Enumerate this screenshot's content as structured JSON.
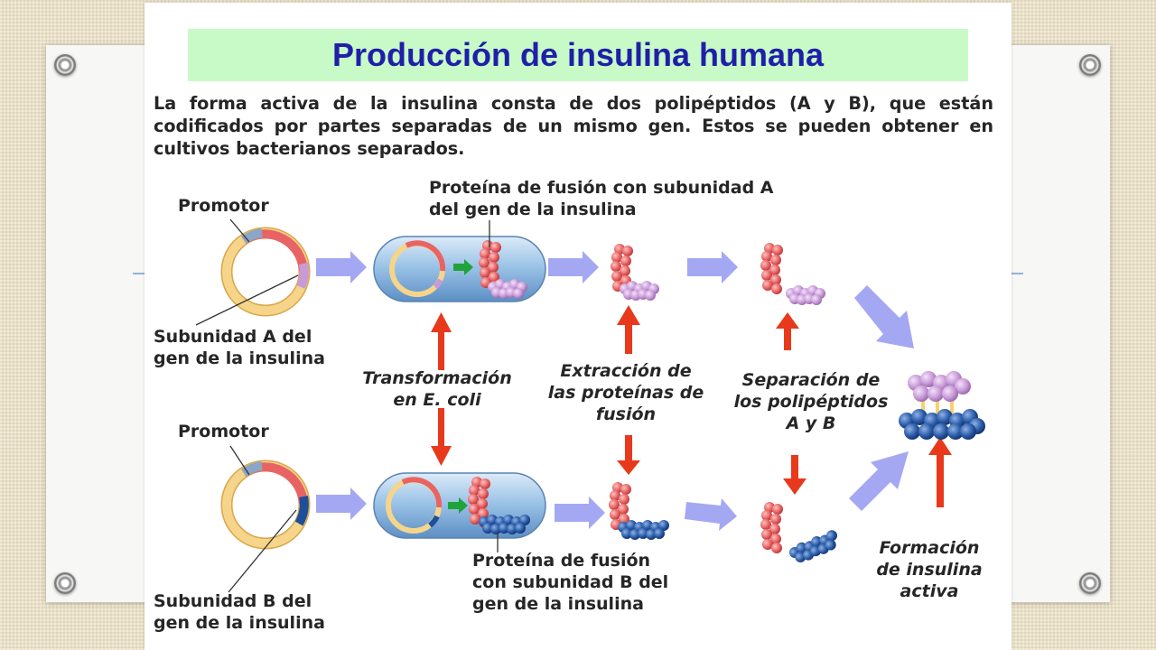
{
  "slide": {
    "title": "Producción de insulina humana",
    "intro": "La forma activa de la insulina consta de dos polipéptidos (A y B), que están codificados por partes separadas de un mismo gen. Estos se pueden obtener en cultivos bacterianos separados."
  },
  "labels": {
    "promotor_top": "Promotor",
    "promotor_bottom": "Promotor",
    "subunit_a_gene": "Subunidad A del\ngen de la insulina",
    "subunit_b_gene": "Subunidad B del\ngen de la insulina",
    "fusion_a": "Proteína de fusión con subunidad A\ndel gen de la insulina",
    "fusion_b": "Proteína de fusión\ncon subunidad B del\ngen de la insulina",
    "transformation": "Transformación\nen E. coli",
    "extraction": "Extracción de\nlas proteínas de\nfusión",
    "separation": "Separación de\nlos polipéptidos\nA y B",
    "formation": "Formación\nde insulina\nactiva"
  },
  "colors": {
    "title_bg": "#c8fac8",
    "title_text": "#1f1fa8",
    "subunit_a": "#c89ad8",
    "subunit_b": "#1f4f9a",
    "fusion_protein": "#e86464",
    "plasmid": "#f6d58a",
    "red_arrow": "#e8391c",
    "flow_arrow": "#a4a8f2",
    "green_arrow": "#1fa33a"
  }
}
